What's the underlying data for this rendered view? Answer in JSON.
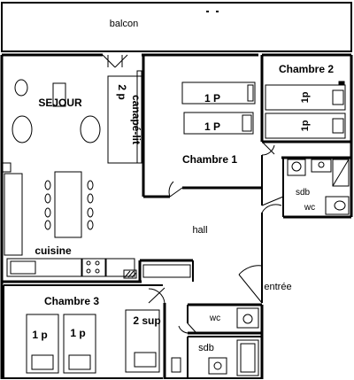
{
  "rooms": {
    "balcon": "balcon",
    "sejour": "SEJOUR",
    "canape": "canapé-lit",
    "canape_count": "2 p",
    "chambre1": "Chambre 1",
    "chambre2": "Chambre 2",
    "chambre3": "Chambre 3",
    "cuisine": "cuisine",
    "hall": "hall",
    "entree": "entrée",
    "sdb_top": "sdb",
    "wc_top": "wc",
    "wc_bottom": "wc",
    "sdb_bottom": "sdb"
  },
  "beds": {
    "ch1_bed_a": "1 P",
    "ch1_bed_b": "1 P",
    "ch2_bed_a": "1p",
    "ch2_bed_b": "1p",
    "ch3_bed_a": "1 p",
    "ch3_bed_b": "1 p",
    "ch3_bed_c": "2 sup"
  }
}
